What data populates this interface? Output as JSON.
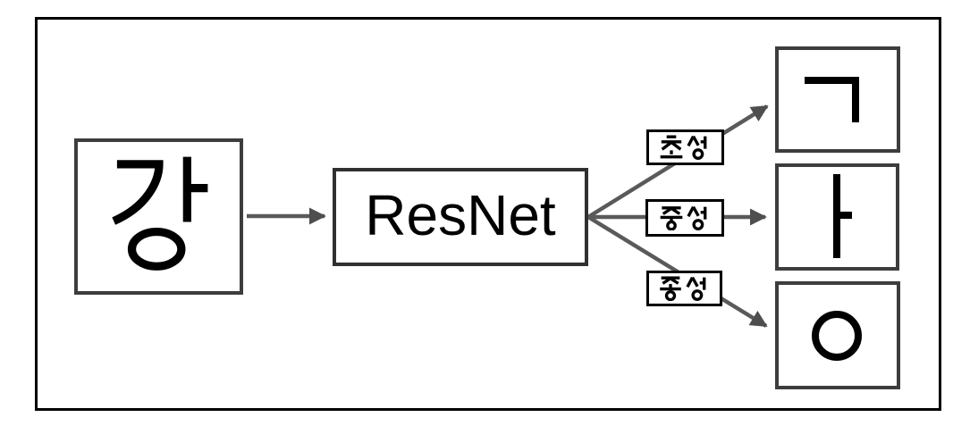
{
  "diagram": {
    "input": {
      "char": "강"
    },
    "model": {
      "label": "ResNet"
    },
    "branches": [
      {
        "label": "초성",
        "output": "ㄱ"
      },
      {
        "label": "중성",
        "output": "ㅏ"
      },
      {
        "label": "종성",
        "output": "ㅇ"
      }
    ],
    "colors": {
      "background": "#ffffff",
      "frame_border": "#000000",
      "box_border": "#3d3d3d",
      "label_border": "#000000",
      "arrow_line": "#5a5a5a",
      "arrow_head": "#4e4e4e",
      "text": "#000000"
    }
  }
}
